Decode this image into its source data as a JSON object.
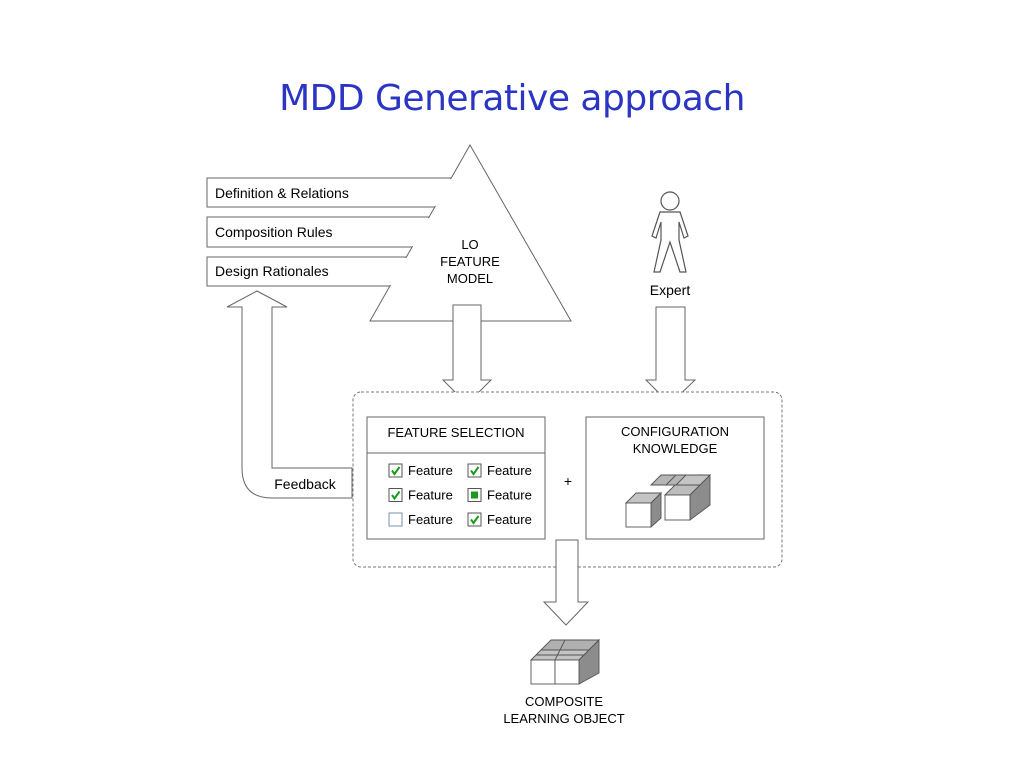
{
  "title": "MDD Generative approach",
  "colors": {
    "title": "#2b35c4",
    "stroke": "#666666",
    "check_green": "#1a9a1a",
    "cube_gray": "#9a9a9a"
  },
  "left_stack": {
    "items": [
      "Definition & Relations",
      "Composition Rules",
      "Design Rationales"
    ]
  },
  "lo_feature_model": {
    "lines": [
      "LO",
      "FEATURE",
      "MODEL"
    ]
  },
  "expert": {
    "label": "Expert",
    "icon": "person-icon"
  },
  "feedback": {
    "label": "Feedback"
  },
  "feature_selection": {
    "title": "FEATURE SELECTION",
    "items": [
      {
        "label": "Feature",
        "state": "checked"
      },
      {
        "label": "Feature",
        "state": "checked"
      },
      {
        "label": "Feature",
        "state": "checked"
      },
      {
        "label": "Feature",
        "state": "filled"
      },
      {
        "label": "Feature",
        "state": "unchecked"
      },
      {
        "label": "Feature",
        "state": "checked"
      }
    ]
  },
  "plus_sign": "+",
  "configuration_knowledge": {
    "lines": [
      "CONFIGURATION",
      "KNOWLEDGE"
    ],
    "icon": "cubes-icon"
  },
  "composite_learning_object": {
    "lines": [
      "COMPOSITE",
      "LEARNING OBJECT"
    ],
    "icon": "cubes-icon"
  }
}
